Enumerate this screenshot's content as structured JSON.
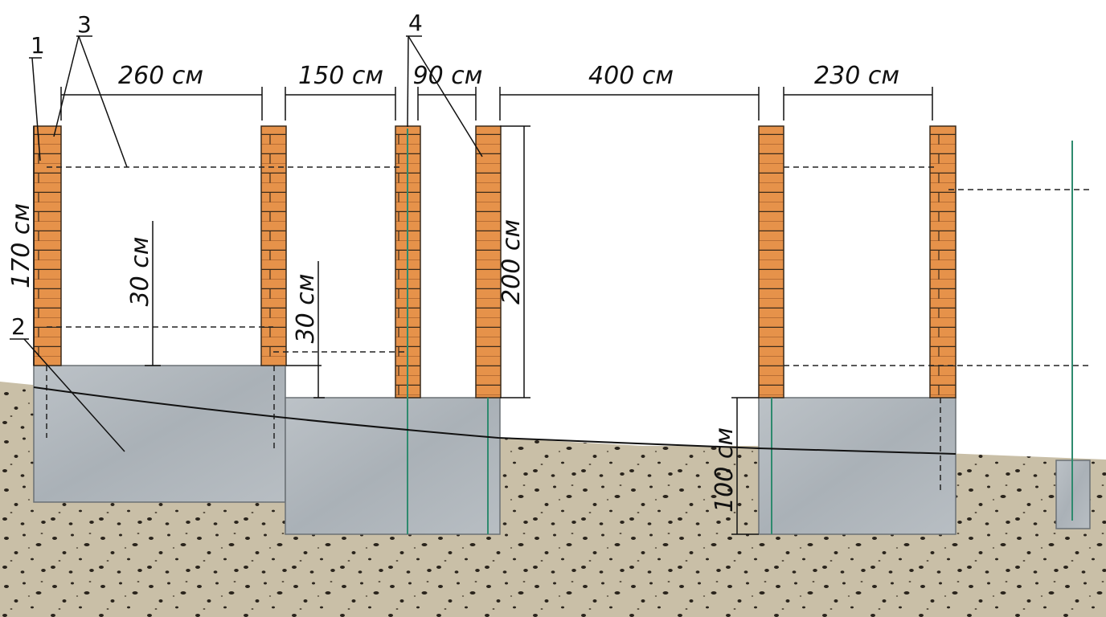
{
  "labels": {
    "callout_1": "1",
    "callout_2": "2",
    "callout_3": "3",
    "callout_4": "4"
  },
  "dimensions": {
    "span_1": "260 см",
    "span_2": "150 см",
    "span_3": "90 см",
    "span_4": "400 см",
    "span_5": "230 см",
    "height_170": "170 см",
    "height_200": "200 см",
    "step_30_a": "30 см",
    "step_30_b": "30 см",
    "depth_100": "100 см"
  },
  "colors": {
    "brick": "#e6924a",
    "brick_joint": "#3a2a1a",
    "concrete": "#b3b9bf",
    "ground": "#c9bfa7",
    "ground_speck": "#2a241c",
    "rebar": "#2e8a6e",
    "line": "#111111"
  }
}
